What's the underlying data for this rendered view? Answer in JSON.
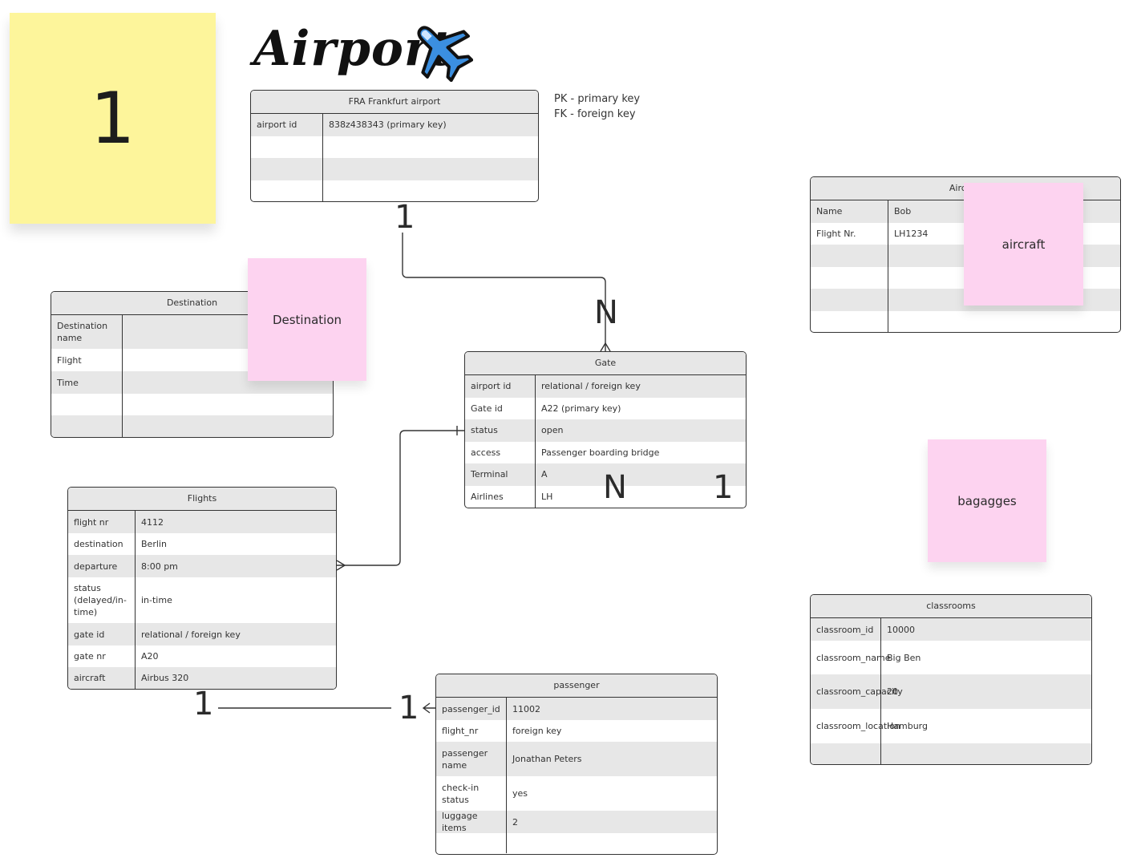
{
  "sticky_number": "1",
  "title": "Airport",
  "legend": {
    "pk": "PK - primary key",
    "fk": "FK - foreign key"
  },
  "sticky_notes": {
    "destination": "Destination",
    "aircraft": "aircraft",
    "bagagges": "bagagges"
  },
  "cardinalities": {
    "airport_gate_top": "1",
    "airport_gate_bottom": "N",
    "gate_n": "N",
    "gate_1": "1",
    "flights_passenger_left": "1",
    "flights_passenger_right": "1"
  },
  "tables": {
    "airport": {
      "title": "FRA Frankfurt airport",
      "rows": [
        {
          "k": "airport id",
          "v": "838z438343 (primary key)"
        },
        {
          "k": "",
          "v": ""
        },
        {
          "k": "",
          "v": ""
        },
        {
          "k": "",
          "v": ""
        }
      ]
    },
    "destination": {
      "title": "Destination",
      "rows": [
        {
          "k": "Destination name",
          "v": ""
        },
        {
          "k": "Flight",
          "v": ""
        },
        {
          "k": "Time",
          "v": ""
        },
        {
          "k": "",
          "v": ""
        },
        {
          "k": "",
          "v": ""
        }
      ]
    },
    "gate": {
      "title": "Gate",
      "rows": [
        {
          "k": "airport id",
          "v": "relational / foreign key"
        },
        {
          "k": "Gate id",
          "v": "A22 (primary key)"
        },
        {
          "k": "status",
          "v": "open"
        },
        {
          "k": "access",
          "v": "Passenger boarding bridge"
        },
        {
          "k": "Terminal",
          "v": "A"
        },
        {
          "k": "Airlines",
          "v": "LH"
        }
      ]
    },
    "flights": {
      "title": "Flights",
      "rows": [
        {
          "k": "flight nr",
          "v": "4112"
        },
        {
          "k": "destination",
          "v": "Berlin"
        },
        {
          "k": "departure",
          "v": "8:00 pm"
        },
        {
          "k": "status (delayed/in-time)",
          "v": "in-time"
        },
        {
          "k": "gate id",
          "v": "relational / foreign key"
        },
        {
          "k": "gate nr",
          "v": "A20"
        },
        {
          "k": "aircraft",
          "v": "Airbus 320"
        }
      ]
    },
    "passenger": {
      "title": "passenger",
      "rows": [
        {
          "k": "passenger_id",
          "v": "11002"
        },
        {
          "k": "flight_nr",
          "v": "foreign key"
        },
        {
          "k": "passenger name",
          "v": "Jonathan Peters"
        },
        {
          "k": "check-in status",
          "v": "yes"
        },
        {
          "k": "luggage items",
          "v": "2"
        },
        {
          "k": "",
          "v": ""
        }
      ]
    },
    "aircraft": {
      "title": "Aircraft",
      "rows": [
        {
          "k": "Name",
          "v": "Bob"
        },
        {
          "k": "Flight Nr.",
          "v": "LH1234"
        },
        {
          "k": "",
          "v": ""
        },
        {
          "k": "",
          "v": ""
        },
        {
          "k": "",
          "v": ""
        },
        {
          "k": "",
          "v": ""
        }
      ]
    },
    "classrooms": {
      "title": "classrooms",
      "rows": [
        {
          "k": "classroom_id",
          "v": "10000"
        },
        {
          "k": "classroom_name",
          "v": "Big Ben"
        },
        {
          "k": "classroom_capacity",
          "v": "20"
        },
        {
          "k": "classroom_location",
          "v": "Hamburg"
        },
        {
          "k": "",
          "v": ""
        }
      ]
    }
  }
}
